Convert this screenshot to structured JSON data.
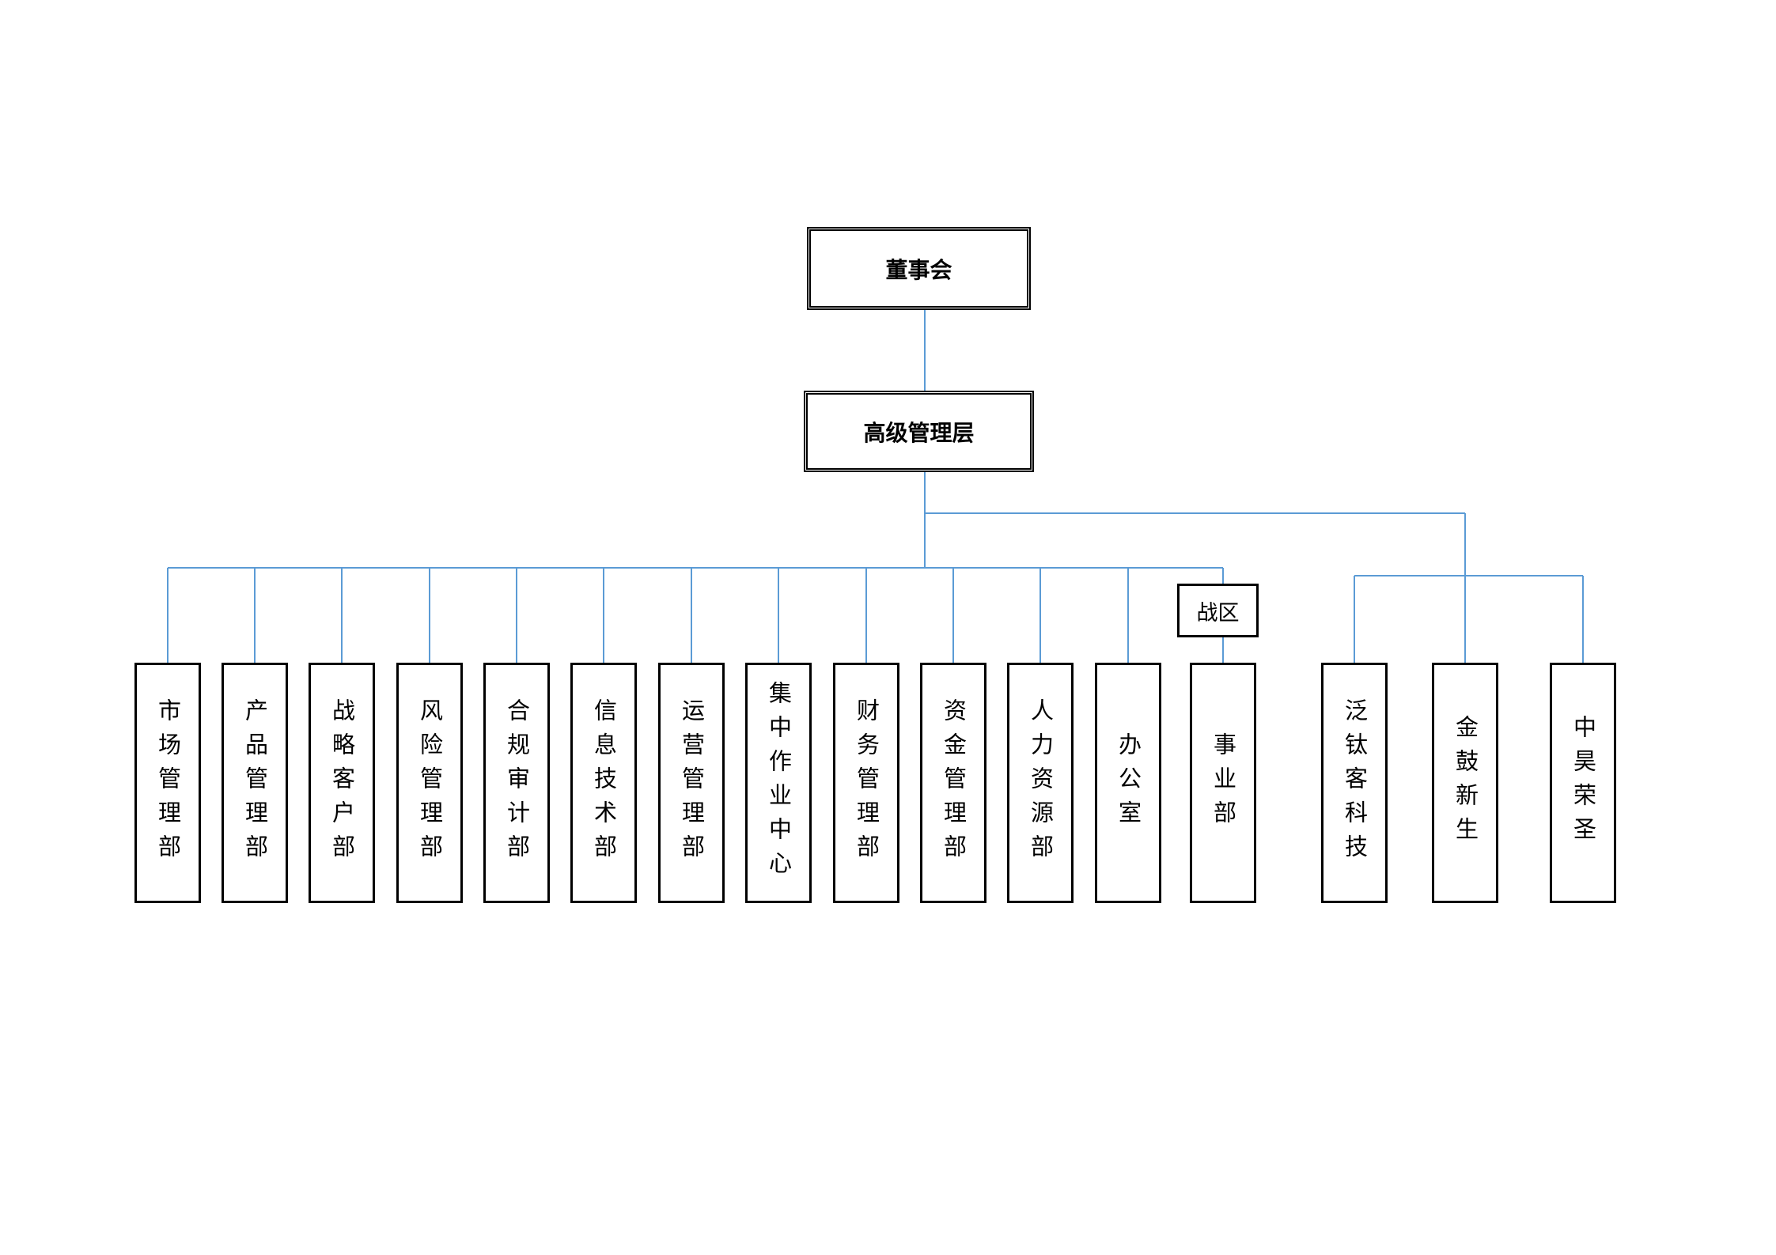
{
  "org_chart": {
    "board": "董事会",
    "senior_management": "高级管理层",
    "war_zone_label": "战区",
    "departments": [
      "市场管理部",
      "产品管理部",
      "战略客户部",
      "风险管理部",
      "合规审计部",
      "信息技术部",
      "运营管理部",
      "集中作业中心",
      "财务管理部",
      "资金管理部",
      "人力资源部",
      "办公室",
      "事业部"
    ],
    "subsidiaries": [
      "泛钛客科技",
      "金鼓新生",
      "中昊荣圣"
    ]
  },
  "colors": {
    "connector": "#5b9bd5",
    "border": "#000000"
  }
}
